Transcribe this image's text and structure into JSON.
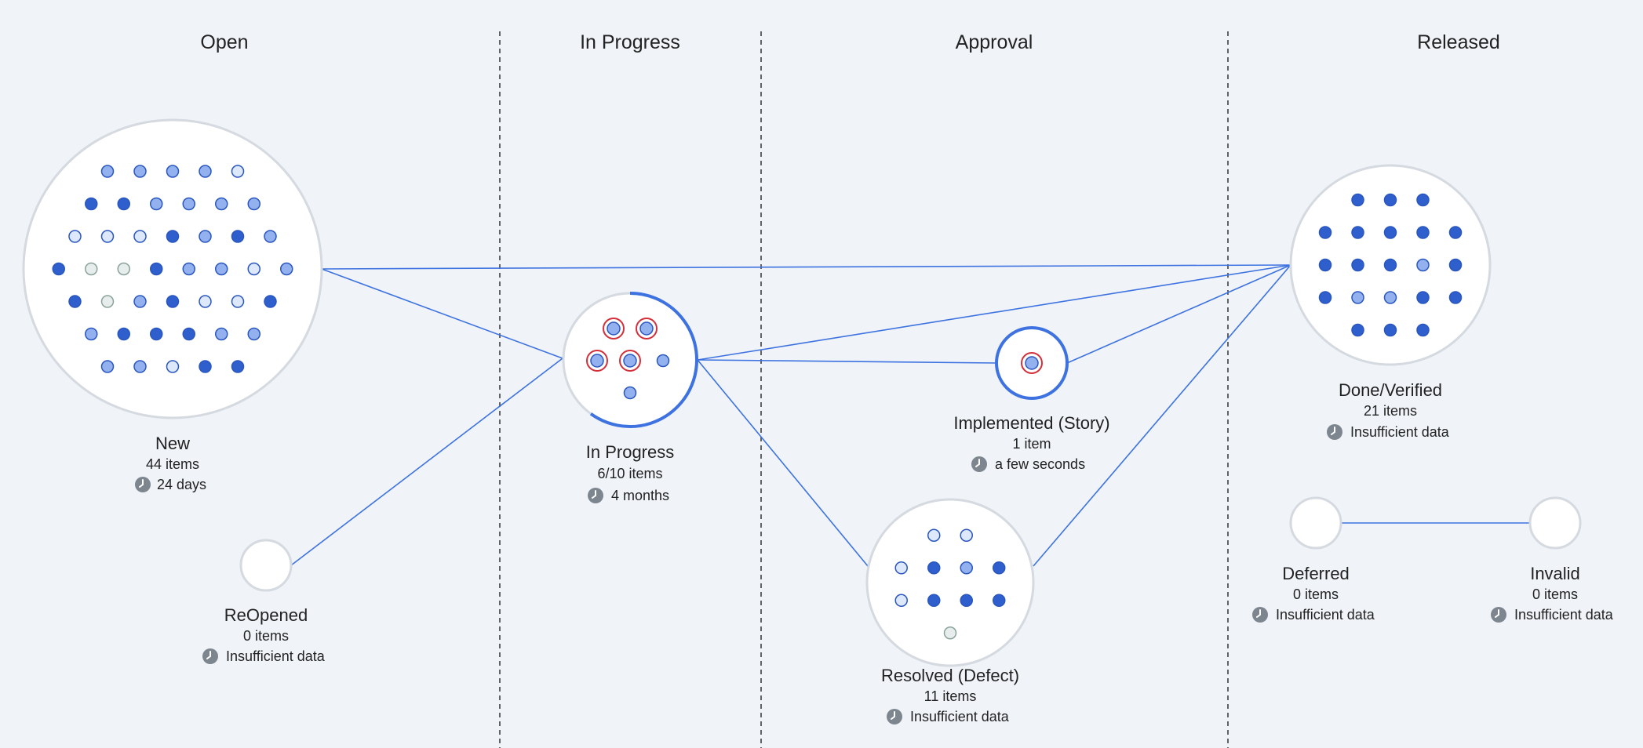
{
  "colors": {
    "background": "#f0f4f9",
    "edge": "#3d72e0",
    "dot_dark": "#2f5fcd",
    "dot_medium": "#93b1ee",
    "dot_light": "#dde8fb",
    "dot_stroke": "#2a56c0",
    "dot_gray_fill": "#e7ecec",
    "dot_gray_stroke": "#8aa39a",
    "highlight_ring": "#d32f3a",
    "progress_arc": "#3d72e0",
    "clock_icon": "#7d858e"
  },
  "columns": [
    {
      "id": "open",
      "title": "Open"
    },
    {
      "id": "in-progress",
      "title": "In Progress"
    },
    {
      "id": "approval",
      "title": "Approval"
    },
    {
      "id": "released",
      "title": "Released"
    }
  ],
  "nodes": {
    "new": {
      "name": "New",
      "count": "44 items",
      "time": "24 days",
      "icon": "clock-icon",
      "dots": [
        [
          "m",
          "m",
          "m",
          "m",
          "l"
        ],
        [
          "d",
          "d",
          "m",
          "m",
          "m",
          "m"
        ],
        [
          "l",
          "l",
          "l",
          "d",
          "m",
          "d",
          "m"
        ],
        [
          "d",
          "g",
          "g",
          "d",
          "m",
          "m",
          "l",
          "m"
        ],
        [
          "d",
          "g",
          "m",
          "d",
          "l",
          "l",
          "d"
        ],
        [
          "m",
          "d",
          "d",
          "d",
          "m",
          "m"
        ],
        [
          "m",
          "m",
          "l",
          "d",
          "d"
        ]
      ]
    },
    "reopened": {
      "name": "ReOpened",
      "count": "0 items",
      "time": "Insufficient data",
      "icon": "clock-icon",
      "dots": []
    },
    "in_progress": {
      "name": "In Progress",
      "count": "6/10 items",
      "time": "4 months",
      "icon": "clock-icon",
      "progress": 0.6,
      "dots": [
        [
          "mr",
          "mr"
        ],
        [
          "mr",
          "mr",
          "m"
        ],
        [
          "m"
        ]
      ]
    },
    "implemented": {
      "name": "Implemented (Story)",
      "count": "1 item",
      "time": "a few seconds",
      "icon": "clock-icon",
      "dots": [
        [
          "mr"
        ]
      ]
    },
    "resolved": {
      "name": "Resolved (Defect)",
      "count": "11 items",
      "time": "Insufficient data",
      "icon": "clock-icon",
      "dots": [
        [
          "l",
          "l"
        ],
        [
          "l",
          "d",
          "m",
          "d"
        ],
        [
          "l",
          "d",
          "d",
          "d"
        ],
        [
          "g"
        ]
      ]
    },
    "done": {
      "name": "Done/Verified",
      "count": "21 items",
      "time": "Insufficient data",
      "icon": "clock-icon",
      "dots": [
        [
          "d",
          "d",
          "d"
        ],
        [
          "d",
          "d",
          "d",
          "d",
          "d"
        ],
        [
          "d",
          "d",
          "d",
          "m",
          "d"
        ],
        [
          "d",
          "m",
          "m",
          "d",
          "d"
        ],
        [
          "d",
          "d",
          "d"
        ]
      ]
    },
    "deferred": {
      "name": "Deferred",
      "count": "0 items",
      "time": "Insufficient data",
      "icon": "clock-icon",
      "dots": []
    },
    "invalid": {
      "name": "Invalid",
      "count": "0 items",
      "time": "Insufficient data",
      "icon": "clock-icon",
      "dots": []
    }
  },
  "edges": [
    {
      "from": "new",
      "to": "in_progress"
    },
    {
      "from": "new",
      "to": "done"
    },
    {
      "from": "reopened",
      "to": "in_progress"
    },
    {
      "from": "in_progress",
      "to": "implemented"
    },
    {
      "from": "in_progress",
      "to": "resolved"
    },
    {
      "from": "in_progress",
      "to": "done"
    },
    {
      "from": "implemented",
      "to": "done"
    },
    {
      "from": "resolved",
      "to": "done"
    },
    {
      "from": "deferred",
      "to": "invalid"
    }
  ]
}
